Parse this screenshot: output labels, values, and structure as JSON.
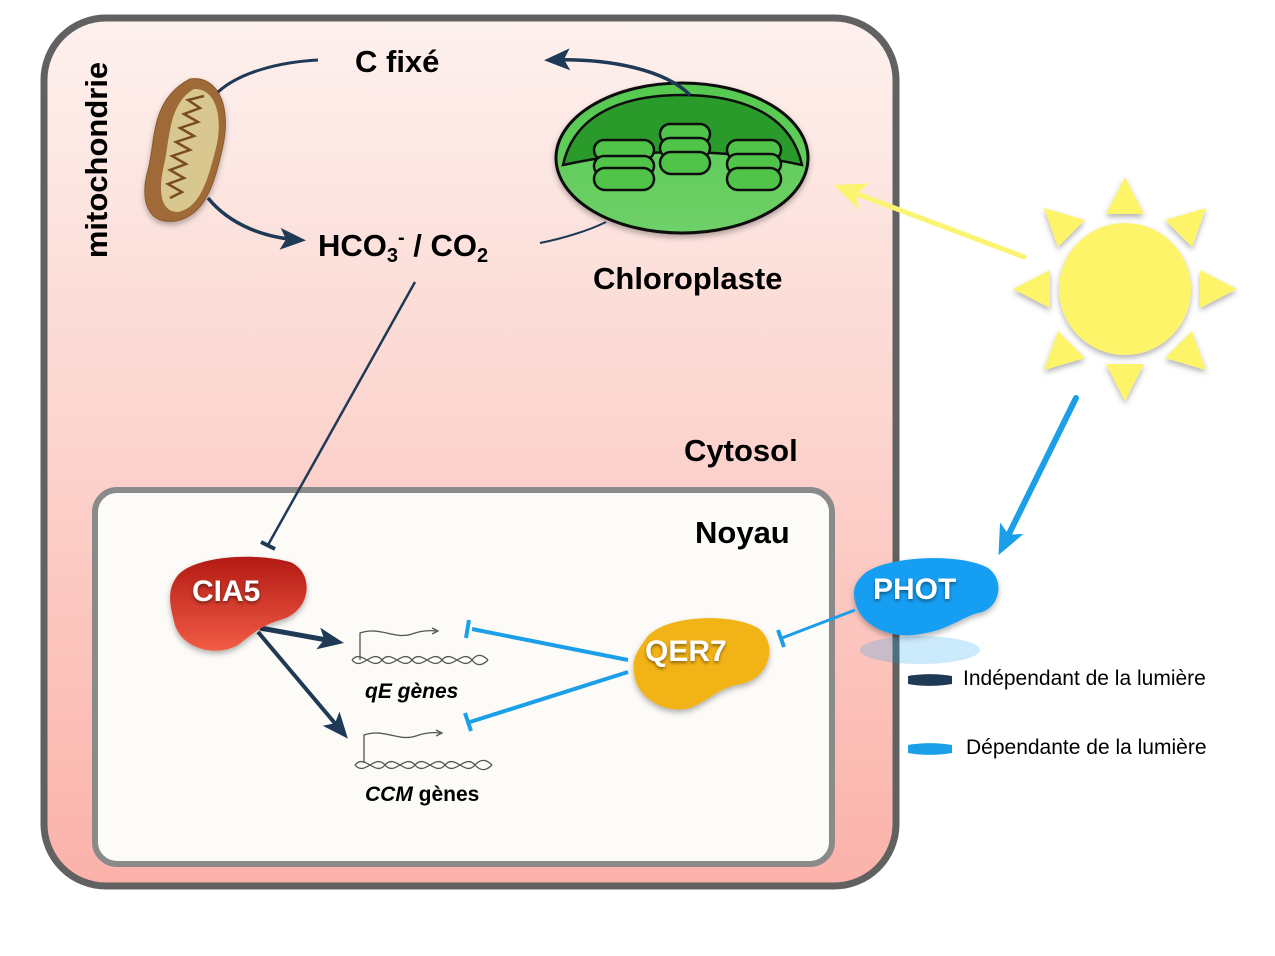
{
  "compartments": {
    "cell_label": "Cytosol",
    "nucleus_label": "Noyau",
    "mitochondria_label": "mitochondrie",
    "chloroplast_label": "Chloroplaste"
  },
  "metabolites": {
    "fixed_carbon": "C fixé",
    "bicarbonate_main": "HCO",
    "bicarbonate_sub": "3",
    "bicarbonate_sup": "-",
    "separator": " / ",
    "co2_main": "CO",
    "co2_sub": "2"
  },
  "proteins": {
    "cia5": "CIA5",
    "qer7": "QER7",
    "phot": "PHOT"
  },
  "genes": {
    "qe_italic": "qE gènes",
    "ccm_italic": "CCM",
    "ccm_suffix": " gènes"
  },
  "legend": {
    "items": [
      {
        "label": "Indépendant de la lumière",
        "color": "#1e3a56"
      },
      {
        "label": "Dépendante de la lumière",
        "color": "#1a9fe8"
      }
    ]
  },
  "colors": {
    "dark_arrow": "#1e3a56",
    "light_arrow": "#1a9fe8",
    "sun": "#fdf46a",
    "sun_arrow": "#fbf473",
    "cia5": "#d23b26",
    "qer7": "#f2b314",
    "phot": "#139ef2",
    "chloroplast": "#3fbb3c",
    "cell_fill_top": "#fdf0ec",
    "cell_fill_bottom": "#fbb3aa",
    "membrane": "#616161"
  }
}
